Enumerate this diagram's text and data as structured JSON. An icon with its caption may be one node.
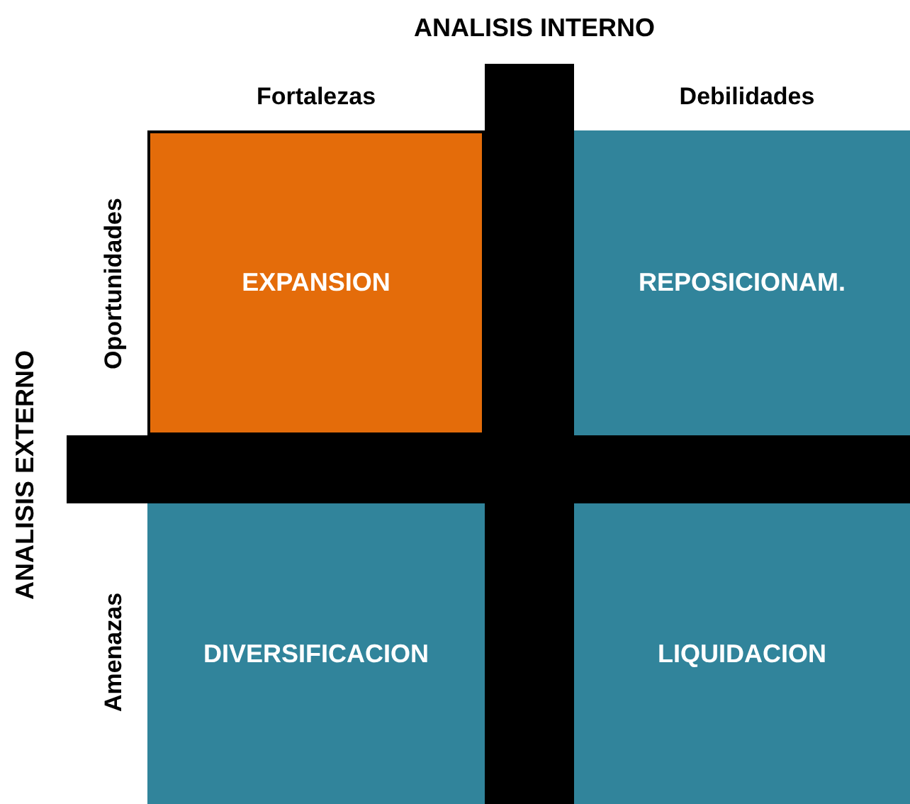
{
  "diagram": {
    "title": "ANALISIS INTERNO",
    "nodes": [
      {
        "text": [
          "EXPANSION"
        ]
      },
      {
        "text": [
          "REPOSICIONAM."
        ]
      },
      {
        "text": [
          "DIVERSIFICACION"
        ]
      },
      {
        "text": [
          "LIQUIDACION"
        ]
      },
      {
        "text": [],
        "shape": "bar"
      },
      {
        "text": [],
        "shape": "bar"
      }
    ],
    "labels": [
      "Fortalezas",
      "Debilidades",
      "ANALISIS EXTERNO",
      "Oportunidades",
      "Amenazas"
    ]
  }
}
